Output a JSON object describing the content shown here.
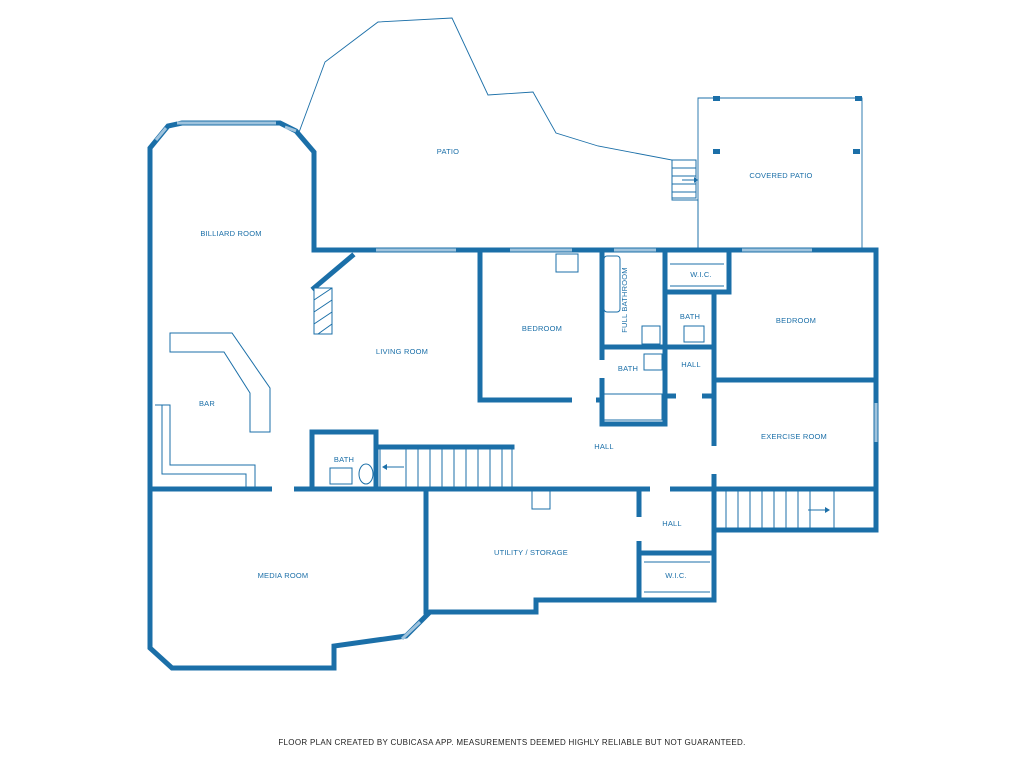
{
  "rooms": {
    "patio": "PATIO",
    "covered_patio": "COVERED PATIO",
    "billiard_room": "BILLIARD ROOM",
    "living_room": "LIVING ROOM",
    "bedroom_1": "BEDROOM",
    "full_bathroom": "FULL BATHROOM",
    "wic_upper": "W.I.C.",
    "bath_upper_right": "BATH",
    "bedroom_2": "BEDROOM",
    "bath_center": "BATH",
    "hall_upper": "HALL",
    "bar": "BAR",
    "hall_main": "HALL",
    "exercise_room": "EXERCISE ROOM",
    "bath_left": "BATH",
    "media_room": "MEDIA ROOM",
    "utility_storage": "UTILITY / STORAGE",
    "hall_lower": "HALL",
    "wic_lower": "W.I.C."
  },
  "footer": {
    "disclaimer": "FLOOR PLAN CREATED BY CUBICASA APP. MEASUREMENTS DEEMED HIGHLY RELIABLE BUT NOT GUARANTEED."
  },
  "colors": {
    "wall": "#1b6fa8",
    "window": "#9fc3dd",
    "background": "#ffffff"
  }
}
